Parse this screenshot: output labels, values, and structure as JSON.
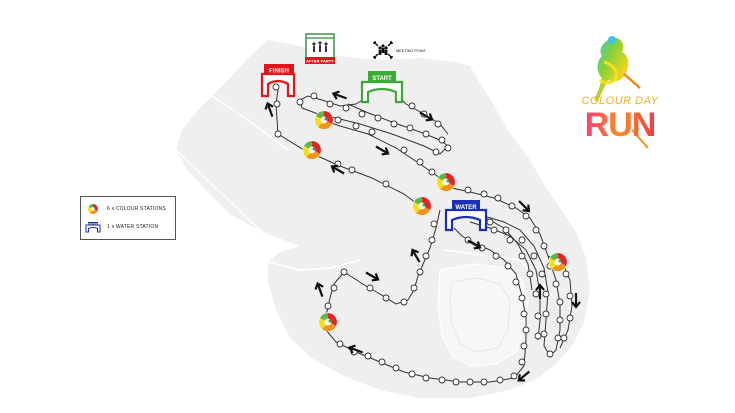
{
  "map": {
    "start_label": "START",
    "finish_label": "FINISH",
    "water_label": "WATER",
    "after_party_label": "AFTER PARTY",
    "meeting_point_label": "MEETING POINT",
    "colors": {
      "ground": "#efefef",
      "route": "#333333",
      "start": "#3aa935",
      "finish": "#e3151b",
      "water": "#1b2fb5",
      "after_party": "#2e8b3a"
    }
  },
  "legend": {
    "colour_stations": "6 x COLOUR STATIONS",
    "water_station": "1 x WATER STATION",
    "water_icon_label": "WATER"
  },
  "logo": {
    "line1": "COLOUR DAY",
    "line2": "RUN"
  }
}
